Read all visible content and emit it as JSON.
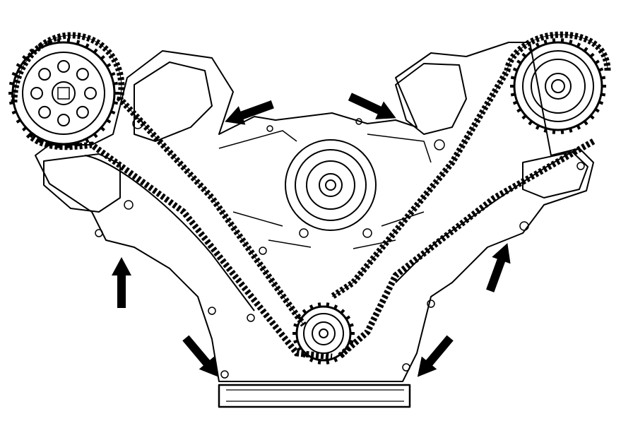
{
  "diagram": {
    "subject": "engine-front-timing-chain",
    "colors": {
      "line": "#000000",
      "paper": "#ffffff",
      "arrow": "#000000"
    },
    "sprockets": [
      {
        "id": "left-camshaft-sprocket",
        "teeth": 34
      },
      {
        "id": "right-camshaft-sprocket",
        "teeth": 34
      },
      {
        "id": "crankshaft-sprocket",
        "teeth": 22
      }
    ],
    "arrows": [
      {
        "id": "arrow-left-lower",
        "direction": "up"
      },
      {
        "id": "arrow-right-lower",
        "direction": "up"
      },
      {
        "id": "arrow-top-left",
        "direction": "down-left"
      },
      {
        "id": "arrow-top-right",
        "direction": "down-right"
      },
      {
        "id": "arrow-bottom-left",
        "direction": "down-right"
      },
      {
        "id": "arrow-bottom-right",
        "direction": "down-left"
      }
    ]
  }
}
